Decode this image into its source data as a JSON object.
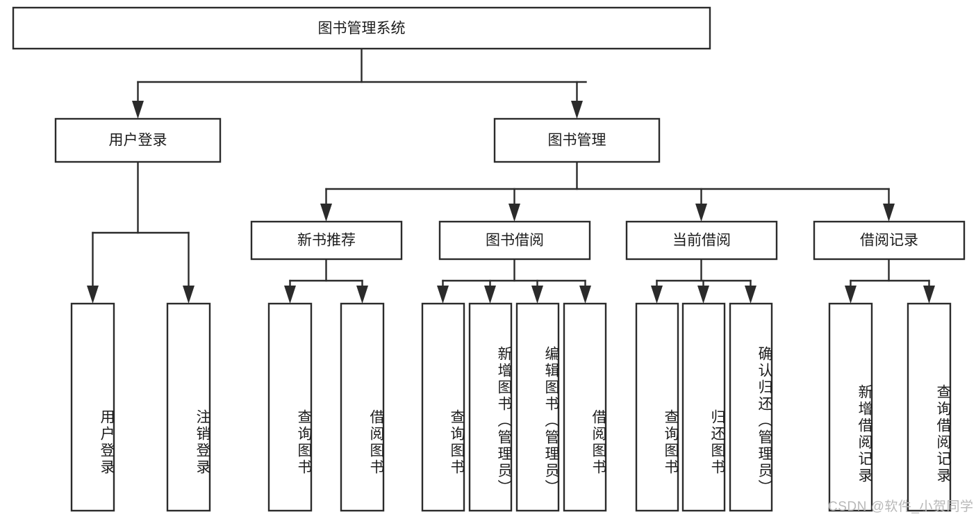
{
  "diagram": {
    "type": "tree-hierarchy-chart",
    "title_text": "图书管理系统",
    "orientation": "top-down",
    "colors": {
      "box_fill": "#ffffff",
      "box_stroke": "#2b2b2b",
      "text": "#1c1c1c",
      "background": "#ffffff",
      "watermark": "#b8b8b8"
    },
    "levels": {
      "level1_label": "图书管理系统",
      "level2_labels": [
        "用户登录",
        "图书管理"
      ],
      "level3_labels": [
        "新书推荐",
        "图书借阅",
        "当前借阅",
        "借阅记录"
      ]
    },
    "nodes": {
      "root": {
        "label": "图书管理系统"
      },
      "user_login": {
        "label": "用户登录"
      },
      "book_manage": {
        "label": "图书管理"
      },
      "new_book_rec": {
        "label": "新书推荐"
      },
      "book_borrow": {
        "label": "图书借阅"
      },
      "current_borrow": {
        "label": "当前借阅"
      },
      "borrow_record": {
        "label": "借阅记录"
      }
    },
    "leaves": {
      "user_login": [
        {
          "label": "用户登录"
        },
        {
          "label": "注销登录"
        }
      ],
      "new_book_rec": [
        {
          "label": "查询图书"
        },
        {
          "label": "借阅图书"
        }
      ],
      "book_borrow": [
        {
          "label": "查询图书"
        },
        {
          "label": "新增图书（管理员）"
        },
        {
          "label": "编辑图书（管理员）"
        },
        {
          "label": "借阅图书"
        }
      ],
      "current_borrow": [
        {
          "label": "查询图书"
        },
        {
          "label": "归还图书"
        },
        {
          "label": "确认归还（管理员）"
        }
      ],
      "borrow_record": [
        {
          "label": "新增借阅记录"
        },
        {
          "label": "查询借阅记录"
        }
      ]
    }
  },
  "watermark": {
    "text": "CSDN @软件_小贺同学"
  }
}
